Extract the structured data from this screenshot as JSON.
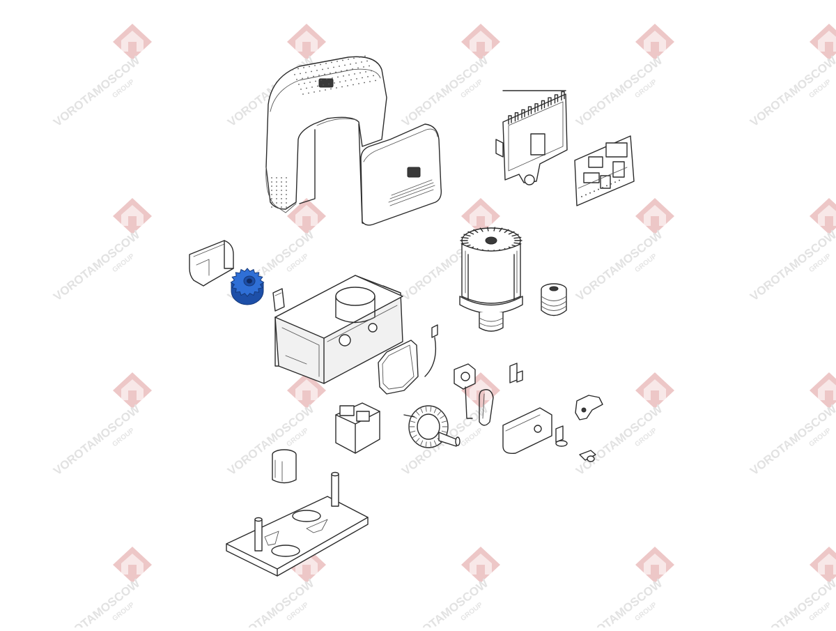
{
  "watermark": {
    "brand": "VOROTAMOSCOW",
    "sub": "GROUP"
  },
  "colors": {
    "highlight_part": "#2f6fd6",
    "highlight_part_dark": "#1d4fa8",
    "line": "#2a2a2a",
    "watermark_red": "#e8b5b5"
  },
  "highlighted_part": "drive-pinion-gear"
}
